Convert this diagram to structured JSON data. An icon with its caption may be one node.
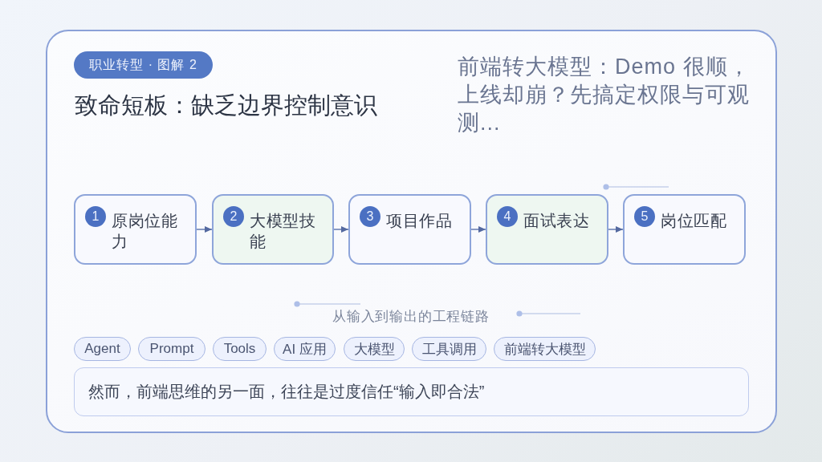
{
  "diagram": {
    "title": "致命短板：缺乏边界控制意识",
    "nodes": [
      {
        "text": [
          "职业转型 · 图解 2"
        ]
      },
      {
        "text": [
          "原岗位能力"
        ]
      },
      {
        "text": [
          "1"
        ],
        "in": 1
      },
      {
        "text": [
          "大模型技能"
        ]
      },
      {
        "text": [
          "2"
        ],
        "in": 3
      },
      {
        "text": [
          "项目作品"
        ]
      },
      {
        "text": [
          "3"
        ],
        "in": 5
      },
      {
        "text": [
          "面试表达"
        ]
      },
      {
        "text": [
          "4"
        ],
        "in": 7
      },
      {
        "text": [
          "岗位匹配"
        ]
      },
      {
        "text": [
          "5"
        ],
        "in": 9
      },
      {
        "text": [
          "Agent"
        ]
      },
      {
        "text": [
          "Prompt"
        ]
      },
      {
        "text": [
          "Tools"
        ]
      },
      {
        "text": [
          "AI 应用"
        ]
      },
      {
        "text": [
          "大模型"
        ]
      },
      {
        "text": [
          "工具调用"
        ]
      },
      {
        "text": [
          "前端转大模型"
        ]
      },
      {
        "text": [
          "然而，前端思维的另一面，往往是过度信任“输入即合法”"
        ]
      }
    ],
    "edges": [
      {
        "from": 1,
        "to": 3,
        "arrow": "to"
      },
      {
        "from": 3,
        "to": 5,
        "arrow": "to"
      },
      {
        "from": 5,
        "to": 7,
        "arrow": "to"
      },
      {
        "from": 7,
        "to": 9,
        "arrow": "to"
      }
    ],
    "labels": [
      "前端转大模型：Demo 很顺，上线却崩？先搞定权限与可观测...",
      "从输入到输出的工程链路"
    ]
  }
}
